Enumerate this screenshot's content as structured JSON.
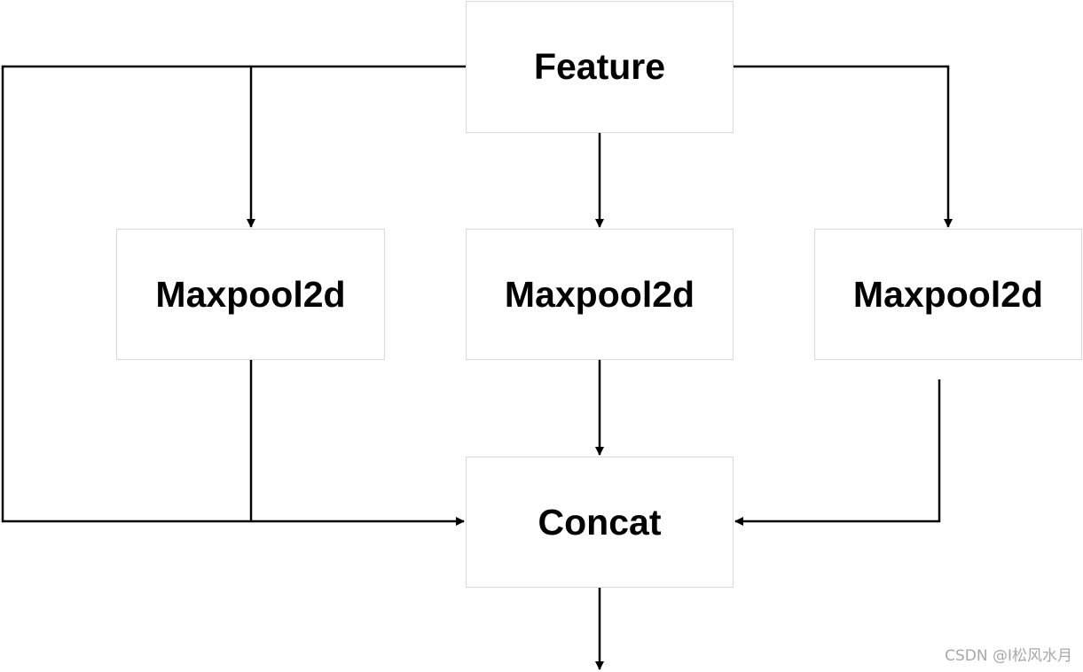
{
  "nodes": {
    "feature": "Feature",
    "maxpool_left": "Maxpool2d",
    "maxpool_center": "Maxpool2d",
    "maxpool_right": "Maxpool2d",
    "concat": "Concat"
  },
  "watermark": "CSDN @I松风水月",
  "colors": {
    "line": "#000000",
    "box_border": "#d9d9d9",
    "background": "#ffffff",
    "watermark": "#a8a8a8"
  }
}
